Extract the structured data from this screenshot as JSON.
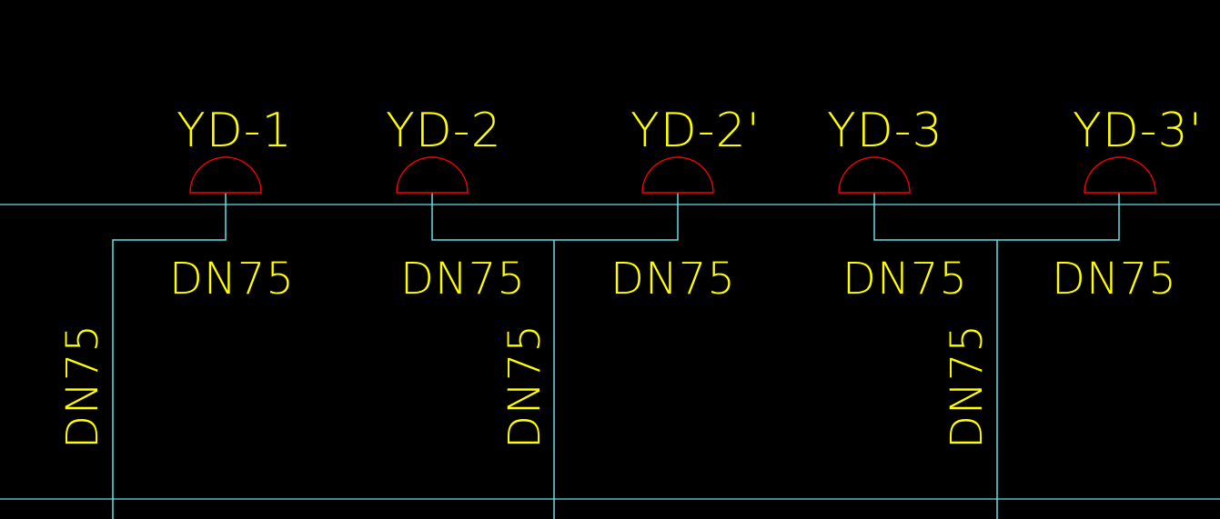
{
  "drawing": {
    "colors": {
      "background": "#000000",
      "pipe": "#66dde6",
      "drain_symbol": "#ff0000",
      "text": "#ffff00"
    },
    "drains": [
      {
        "label": "YD-1"
      },
      {
        "label": "YD-2"
      },
      {
        "label": "YD-2'"
      },
      {
        "label": "YD-3"
      },
      {
        "label": "YD-3'"
      }
    ],
    "branch_labels": [
      "DN75",
      "DN75",
      "DN75",
      "DN75",
      "DN75"
    ],
    "riser_labels": [
      "DN75",
      "DN75",
      "DN75"
    ]
  }
}
